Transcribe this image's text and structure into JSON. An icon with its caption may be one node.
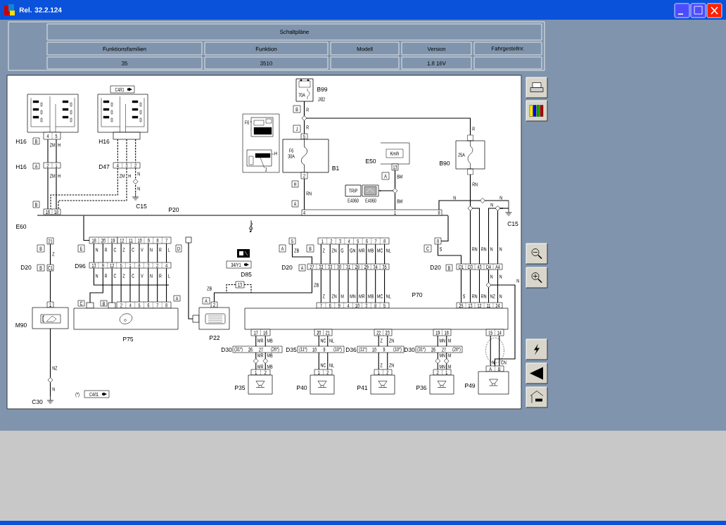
{
  "diagram": {
    "nodes": [
      {
        "text": [],
        "shape": "box"
      },
      {
        "text": [
          "4",
          "5"
        ]
      },
      {
        "text": [
          "B"
        ]
      },
      {
        "text": [
          "2",
          "1"
        ]
      },
      {
        "text": [
          "A"
        ]
      },
      {
        "text": [
          "B"
        ]
      },
      {
        "text": [
          "16",
          "18"
        ]
      },
      {
        "text": [
          "C4/I1"
        ]
      },
      {
        "text": [],
        "shape": "box"
      },
      {
        "text": [],
        "shape": "box"
      },
      {
        "text": [
          "4",
          "3",
          "2"
        ]
      },
      {
        "text": [
          "C15"
        ]
      },
      {
        "text": [],
        "shape": "bar",
        "beside": [
          "P20"
        ]
      },
      {
        "text": [
          "70A"
        ],
        "beside": [
          "B99",
          "J/82"
        ]
      },
      {
        "text": [
          "B"
        ]
      },
      {
        "text": [
          "J"
        ]
      },
      {
        "text": [
          "5"
        ]
      },
      {
        "text": [
          "F6",
          "30A"
        ],
        "beside": [
          "B1"
        ]
      },
      {
        "text": [
          "2"
        ]
      },
      {
        "text": [
          "H"
        ]
      },
      {
        "text": [
          "A"
        ]
      },
      {
        "text": [
          "4",
          "1",
          "8"
        ]
      },
      {
        "text": [
          "Km/h"
        ],
        "beside": [
          "E50"
        ]
      },
      {
        "text": [
          "13"
        ]
      },
      {
        "text": [
          "A"
        ]
      },
      {
        "text": [
          "TRIP"
        ],
        "beside": [
          "E4060"
        ]
      },
      {
        "text": [],
        "shape": "picture",
        "beside": [
          "E4060"
        ]
      },
      {
        "text": [
          "25A"
        ],
        "beside": [
          "B90"
        ]
      },
      {
        "text": [
          "C15"
        ]
      },
      {
        "text": [
          "21"
        ]
      },
      {
        "text": [
          "B"
        ]
      },
      {
        "text": [
          "B"
        ]
      },
      {
        "text": [
          "C1"
        ]
      },
      {
        "text": [
          "1"
        ]
      },
      {
        "text": [],
        "shape": "box",
        "beside": [
          "M90"
        ]
      },
      {
        "text": [
          "C30"
        ]
      },
      {
        "text": [
          "E"
        ]
      },
      {
        "text": [
          "18",
          "20",
          "19"
        ]
      },
      {
        "text": [
          "12",
          "11",
          "10",
          "9",
          "8",
          "7"
        ]
      },
      {
        "text": [
          "D"
        ]
      },
      {
        "text": [
          "13",
          "9",
          "12",
          "5",
          "1",
          "8",
          "3",
          "2",
          "4"
        ]
      },
      {
        "text": [
          "C"
        ]
      },
      {
        "text": [
          "B"
        ]
      },
      {
        "text": [
          "A"
        ]
      },
      {
        "text": [],
        "shape": "box"
      },
      {
        "text": [],
        "shape": "box"
      },
      {
        "text": [
          "2",
          "4",
          "5",
          "6",
          "7",
          "8"
        ]
      },
      {
        "text": [],
        "shape": "box",
        "beside": [
          "P75"
        ]
      },
      {
        "text": [],
        "shape": "box"
      },
      {
        "text": [],
        "shape": "box"
      },
      {
        "text": [
          "A"
        ]
      },
      {
        "text": [
          "2"
        ]
      },
      {
        "text": [],
        "shape": "box",
        "beside": [
          "P22"
        ]
      },
      {
        "text": [
          "34/Y1"
        ]
      },
      {
        "text": [
          "13"
        ],
        "beside": [
          "D85"
        ]
      },
      {
        "text": [
          "A"
        ]
      },
      {
        "text": [
          "5"
        ]
      },
      {
        "text": [
          "B"
        ]
      },
      {
        "text": [
          "1",
          "2",
          "3",
          "4",
          "5",
          "6",
          "7",
          "8"
        ]
      },
      {
        "text": [
          "A"
        ]
      },
      {
        "text": [
          "27",
          "32",
          "33",
          "30",
          "31",
          "28",
          "29",
          "34",
          "35"
        ]
      },
      {
        "text": [
          "C"
        ]
      },
      {
        "text": [
          "8"
        ]
      },
      {
        "text": [
          "B"
        ]
      },
      {
        "text": [
          "D1",
          "D3",
          "43",
          "D4",
          "A4"
        ]
      },
      {
        "text": [
          "7",
          "6",
          "9",
          "4",
          "10",
          "3",
          "8",
          "5"
        ]
      },
      {
        "text": [
          "25",
          "13",
          "12",
          "11",
          "24"
        ]
      },
      {
        "text": [],
        "shape": "box",
        "beside": [
          "P70"
        ]
      },
      {
        "text": [
          "17",
          "16"
        ]
      },
      {
        "text": [
          "20",
          "21"
        ]
      },
      {
        "text": [
          "22",
          "23"
        ]
      },
      {
        "text": [
          "19",
          "18"
        ]
      },
      {
        "text": [
          "15",
          "14"
        ]
      },
      {
        "text": [
          "(31*)",
          "26",
          "27",
          "(26*)"
        ]
      },
      {
        "text": [
          "(11*)",
          "10",
          "9",
          "(10*)"
        ]
      },
      {
        "text": [
          "(11*)",
          "10",
          "9",
          "(10*)"
        ]
      },
      {
        "text": [
          "(31*)",
          "26",
          "27",
          "(26*)"
        ]
      },
      {
        "text": [
          "1",
          "2"
        ]
      },
      {
        "text": [],
        "shape": "box",
        "beside": [
          "P35"
        ]
      },
      {
        "text": [
          "1",
          "2"
        ]
      },
      {
        "text": [],
        "shape": "box",
        "beside": [
          "P40"
        ]
      },
      {
        "text": [
          "1",
          "2"
        ]
      },
      {
        "text": [],
        "shape": "box",
        "beside": [
          "P41"
        ]
      },
      {
        "text": [
          "2",
          "1"
        ]
      },
      {
        "text": [],
        "shape": "box",
        "beside": [
          "P36"
        ]
      },
      {
        "text": [
          "A",
          "B"
        ]
      },
      {
        "text": [],
        "shape": "box",
        "beside": [
          "P49"
        ]
      },
      {
        "text": [
          "C4/I1"
        ]
      }
    ],
    "edges": [
      {
        "from": 1,
        "to": 3,
        "arrow": "none"
      },
      {
        "from": 1,
        "to": 3,
        "arrow": "none"
      },
      {
        "from": 3,
        "to": 6,
        "arrow": "none"
      },
      {
        "from": 3,
        "to": 6,
        "arrow": "none"
      },
      {
        "from": 9,
        "to": 10,
        "arrow": "none",
        "style": "dashed"
      },
      {
        "from": 9,
        "to": 10,
        "arrow": "none",
        "style": "dashed"
      },
      {
        "from": 9,
        "to": 10,
        "arrow": "none",
        "style": "dashed"
      },
      {
        "from": 10,
        "to": 6,
        "arrow": "none",
        "style": "dashed"
      },
      {
        "from": 10,
        "to": 6,
        "arrow": "none",
        "style": "dashed"
      },
      {
        "from": 10,
        "to": 11,
        "arrow": "none",
        "style": "dashed"
      },
      {
        "from": 12,
        "to": 37,
        "arrow": "none"
      },
      {
        "from": 12,
        "to": 62,
        "arrow": "none"
      },
      {
        "from": 13,
        "to": 16,
        "arrow": "none"
      },
      {
        "from": 13,
        "to": 27,
        "arrow": "none"
      },
      {
        "from": 18,
        "to": 21,
        "arrow": "none"
      },
      {
        "from": 23,
        "to": 21,
        "arrow": "none"
      },
      {
        "from": 23,
        "to": 26,
        "arrow": "to"
      },
      {
        "from": 27,
        "to": 64,
        "arrow": "none"
      },
      {
        "from": 27,
        "to": 64,
        "arrow": "none"
      },
      {
        "from": 21,
        "to": 28,
        "arrow": "none"
      },
      {
        "from": 28,
        "to": 64,
        "arrow": "none"
      },
      {
        "from": 28,
        "to": 64,
        "arrow": "none"
      },
      {
        "from": 62,
        "to": 64,
        "arrow": "none"
      },
      {
        "from": 64,
        "to": 66,
        "arrow": "none"
      },
      {
        "from": 64,
        "to": 66,
        "arrow": "none"
      },
      {
        "from": 64,
        "to": 66,
        "arrow": "none"
      },
      {
        "from": 64,
        "to": 66,
        "arrow": "none"
      },
      {
        "from": 64,
        "to": 66,
        "arrow": "none"
      },
      {
        "from": 64,
        "to": 85,
        "arrow": "none"
      },
      {
        "from": 58,
        "to": 60,
        "arrow": "none"
      },
      {
        "from": 58,
        "to": 60,
        "arrow": "none"
      },
      {
        "from": 58,
        "to": 60,
        "arrow": "none"
      },
      {
        "from": 58,
        "to": 60,
        "arrow": "none"
      },
      {
        "from": 58,
        "to": 60,
        "arrow": "none"
      },
      {
        "from": 58,
        "to": 60,
        "arrow": "none"
      },
      {
        "from": 58,
        "to": 60,
        "arrow": "none"
      },
      {
        "from": 58,
        "to": 60,
        "arrow": "none"
      },
      {
        "from": 60,
        "to": 65,
        "arrow": "none"
      },
      {
        "from": 60,
        "to": 65,
        "arrow": "none"
      },
      {
        "from": 60,
        "to": 65,
        "arrow": "none"
      },
      {
        "from": 60,
        "to": 65,
        "arrow": "none"
      },
      {
        "from": 60,
        "to": 65,
        "arrow": "none"
      },
      {
        "from": 60,
        "to": 65,
        "arrow": "none"
      },
      {
        "from": 60,
        "to": 65,
        "arrow": "none"
      },
      {
        "from": 60,
        "to": 65,
        "arrow": "none"
      },
      {
        "from": 56,
        "to": 60,
        "arrow": "none"
      },
      {
        "from": 60,
        "to": 51,
        "arrow": "none"
      },
      {
        "from": 54,
        "to": null,
        "arrow": "none",
        "style": "dashed"
      },
      {
        "from": 54,
        "to": null,
        "arrow": "none",
        "style": "dashed"
      },
      {
        "from": 68,
        "to": 73,
        "arrow": "none"
      },
      {
        "from": 68,
        "to": 73,
        "arrow": "none"
      },
      {
        "from": 73,
        "to": 77,
        "arrow": "none"
      },
      {
        "from": 73,
        "to": 77,
        "arrow": "none"
      },
      {
        "from": 69,
        "to": 74,
        "arrow": "none"
      },
      {
        "from": 69,
        "to": 74,
        "arrow": "none"
      },
      {
        "from": 74,
        "to": 79,
        "arrow": "none"
      },
      {
        "from": 74,
        "to": 79,
        "arrow": "none"
      },
      {
        "from": 70,
        "to": 75,
        "arrow": "none"
      },
      {
        "from": 70,
        "to": 75,
        "arrow": "none"
      },
      {
        "from": 75,
        "to": 81,
        "arrow": "none"
      },
      {
        "from": 75,
        "to": 81,
        "arrow": "none"
      },
      {
        "from": 71,
        "to": 76,
        "arrow": "none"
      },
      {
        "from": 71,
        "to": 76,
        "arrow": "none"
      },
      {
        "from": 76,
        "to": 83,
        "arrow": "none"
      },
      {
        "from": 76,
        "to": 83,
        "arrow": "none"
      },
      {
        "from": 72,
        "to": 85,
        "arrow": "none"
      },
      {
        "from": 72,
        "to": 85,
        "arrow": "none"
      },
      {
        "from": 29,
        "to": 32,
        "arrow": "none"
      },
      {
        "from": 32,
        "to": 33,
        "arrow": "none"
      },
      {
        "from": 34,
        "to": 35,
        "arrow": "none"
      },
      {
        "from": 37,
        "to": 40,
        "arrow": "none"
      },
      {
        "from": 37,
        "to": 40,
        "arrow": "none"
      },
      {
        "from": 37,
        "to": 40,
        "arrow": "none"
      },
      {
        "from": 38,
        "to": 40,
        "arrow": "none"
      },
      {
        "from": 38,
        "to": 40,
        "arrow": "none"
      },
      {
        "from": 38,
        "to": 40,
        "arrow": "none"
      },
      {
        "from": 38,
        "to": 40,
        "arrow": "none"
      },
      {
        "from": 38,
        "to": 40,
        "arrow": "none"
      },
      {
        "from": 38,
        "to": 40,
        "arrow": "none"
      },
      {
        "from": 40,
        "to": 46,
        "arrow": "none"
      },
      {
        "from": 40,
        "to": 46,
        "arrow": "none"
      },
      {
        "from": 40,
        "to": 46,
        "arrow": "none"
      },
      {
        "from": 40,
        "to": 46,
        "arrow": "none"
      },
      {
        "from": 40,
        "to": 46,
        "arrow": "none"
      },
      {
        "from": 40,
        "to": 46,
        "arrow": "none"
      },
      {
        "from": 40,
        "to": 44,
        "arrow": "none"
      },
      {
        "from": 40,
        "to": 45,
        "arrow": "none"
      },
      {
        "from": 40,
        "to": null,
        "arrow": "none"
      },
      {
        "from": 48,
        "to": 49,
        "arrow": "none"
      }
    ],
    "labels": [
      "Rel. 32.2.124",
      "Schaltpläne",
      "Funktionsfamilien",
      "Funktion",
      "Modell",
      "Version",
      "Fahrgestellnr.",
      "35",
      "3510",
      "1.8 16V",
      "H16",
      "H16",
      "H16",
      "D47",
      "E60",
      "F6",
      "H",
      "J",
      "D20",
      "D96",
      "D20",
      "D20",
      "D30",
      "D35",
      "D36",
      "D30",
      "(*)",
      "ZM",
      "H",
      "ZM",
      "H",
      "ZM",
      "H",
      "N",
      "N",
      "R",
      "R",
      "RN",
      "BM",
      "BM",
      "R",
      "RN",
      "N",
      "N",
      "N",
      "Z",
      "NZ",
      "N",
      "N",
      "R",
      "C",
      "Z",
      "C",
      "V",
      "N",
      "R",
      "L",
      "N",
      "R",
      "C",
      "Z",
      "C",
      "V",
      "N",
      "R",
      "L",
      "ZB",
      "ZB",
      "ZB",
      "Z",
      "ZN",
      "G",
      "GN",
      "MR",
      "MB",
      "MC",
      "NL",
      "Z",
      "ZN",
      "M",
      "MN",
      "MR",
      "MB",
      "MC",
      "NL",
      "S",
      "RN",
      "RN",
      "N",
      "N",
      "N",
      "N",
      "N",
      "S",
      "RN",
      "RN",
      "NZ",
      "N",
      "MR",
      "MB",
      "MR",
      "MB",
      "MR",
      "MB",
      "NC",
      "NL",
      "NC",
      "NL",
      "Z",
      "ZN",
      "Z",
      "ZN",
      "MN",
      "M",
      "MN",
      "M",
      "MN",
      "M",
      "N",
      "CN"
    ]
  }
}
